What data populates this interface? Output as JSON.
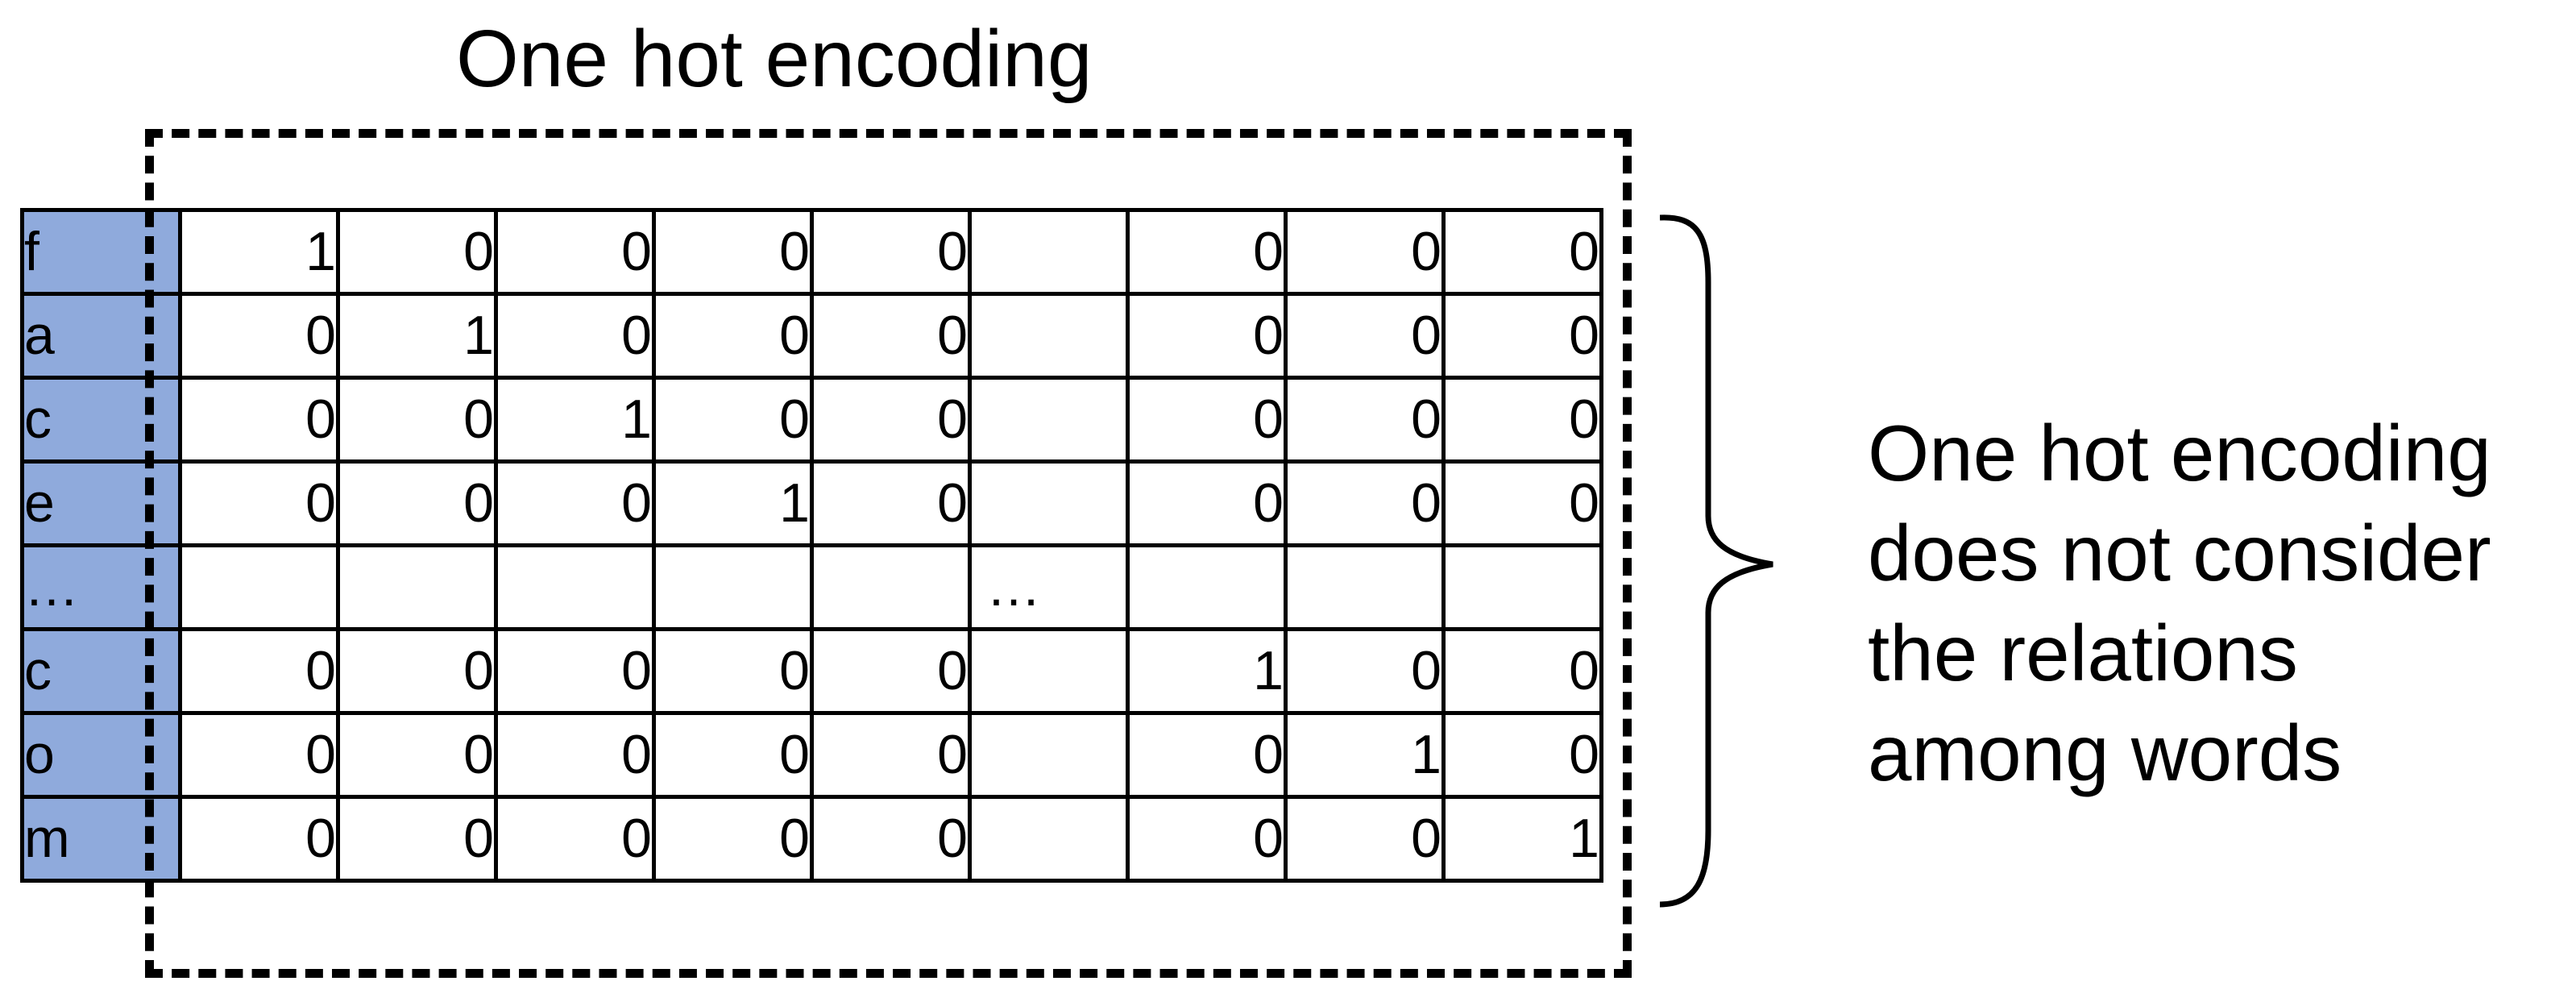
{
  "title": "One hot encoding",
  "rows": [
    {
      "label": "f",
      "values": [
        "1",
        "0",
        "0",
        "0",
        "0",
        "",
        "0",
        "0",
        "0"
      ]
    },
    {
      "label": "a",
      "values": [
        "0",
        "1",
        "0",
        "0",
        "0",
        "",
        "0",
        "0",
        "0"
      ]
    },
    {
      "label": "c",
      "values": [
        "0",
        "0",
        "1",
        "0",
        "0",
        "",
        "0",
        "0",
        "0"
      ]
    },
    {
      "label": "e",
      "values": [
        "0",
        "0",
        "0",
        "1",
        "0",
        "",
        "0",
        "0",
        "0"
      ]
    },
    {
      "label": "…",
      "values": [
        "",
        "",
        "",
        "",
        "",
        "…",
        "",
        "",
        ""
      ]
    },
    {
      "label": "c",
      "values": [
        "0",
        "0",
        "0",
        "0",
        "0",
        "",
        "1",
        "0",
        "0"
      ]
    },
    {
      "label": "o",
      "values": [
        "0",
        "0",
        "0",
        "0",
        "0",
        "",
        "0",
        "1",
        "0"
      ]
    },
    {
      "label": "m",
      "values": [
        "0",
        "0",
        "0",
        "0",
        "0",
        "",
        "0",
        "0",
        "1"
      ]
    }
  ],
  "note": {
    "lines": [
      "One hot encoding",
      "does not consider",
      "the relations",
      "among words"
    ]
  },
  "colors": {
    "label_column": "#8faadc",
    "lines": "#000000"
  }
}
